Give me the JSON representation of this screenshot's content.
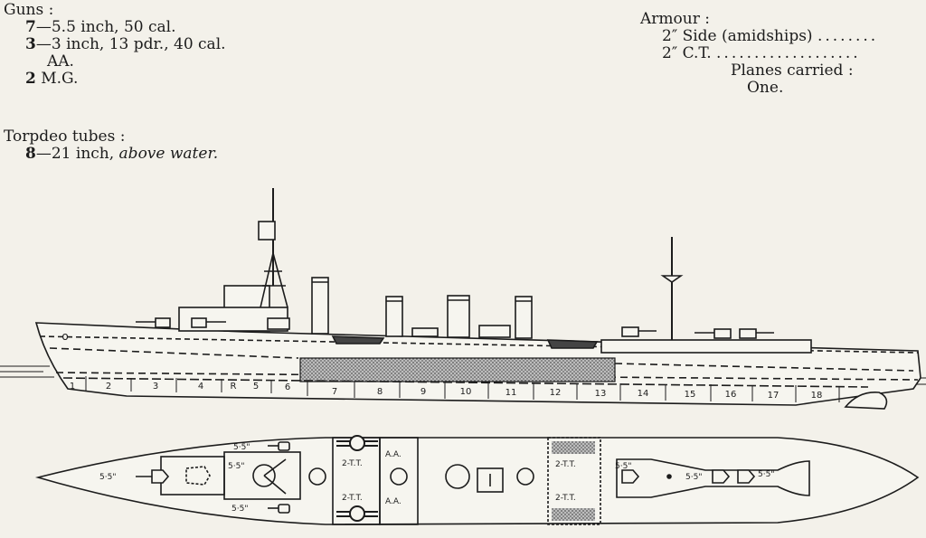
{
  "guns": {
    "heading": "Guns :",
    "rows": [
      {
        "num": "7",
        "text": "—5.5 inch, 50 cal."
      },
      {
        "num": "3",
        "text": "—3 inch, 13 pdr., 40 cal."
      }
    ],
    "aa": "AA.",
    "mg_num": "2",
    "mg_text": "M.G."
  },
  "torpedo": {
    "heading": "Torpdeo tubes :",
    "num": "8",
    "text": "—21 inch, ",
    "italic": "above water."
  },
  "armour": {
    "heading": "Armour :",
    "side": "2″ Side (amidships)",
    "side_dots": "........",
    "ct": "2″ C.T.",
    "ct_dots": "...................",
    "planes_heading": "Planes carried :",
    "planes_value": "One."
  },
  "profile": {
    "sections": [
      "1",
      "2",
      "3",
      "4",
      "R",
      "5",
      "6",
      "7",
      "8",
      "9",
      "10",
      "11",
      "12",
      "13",
      "14",
      "15",
      "16",
      "17",
      "18"
    ],
    "label_a": "o"
  },
  "plan": {
    "gun_labels": [
      "5·5\"",
      "5·5\"",
      "5·5\"",
      "5·5\"",
      "5·5\"",
      "5·5\"",
      "5·5\""
    ],
    "tt_labels": [
      "2-T.T.",
      "2-T.T.",
      "2-T.T.",
      "2-T.T."
    ],
    "aa_labels": [
      "A.A.",
      "A.A."
    ]
  },
  "colors": {
    "ink": "#1c1c1c",
    "paper": "#f3f1ea",
    "hatch": "#8a8a8a"
  }
}
